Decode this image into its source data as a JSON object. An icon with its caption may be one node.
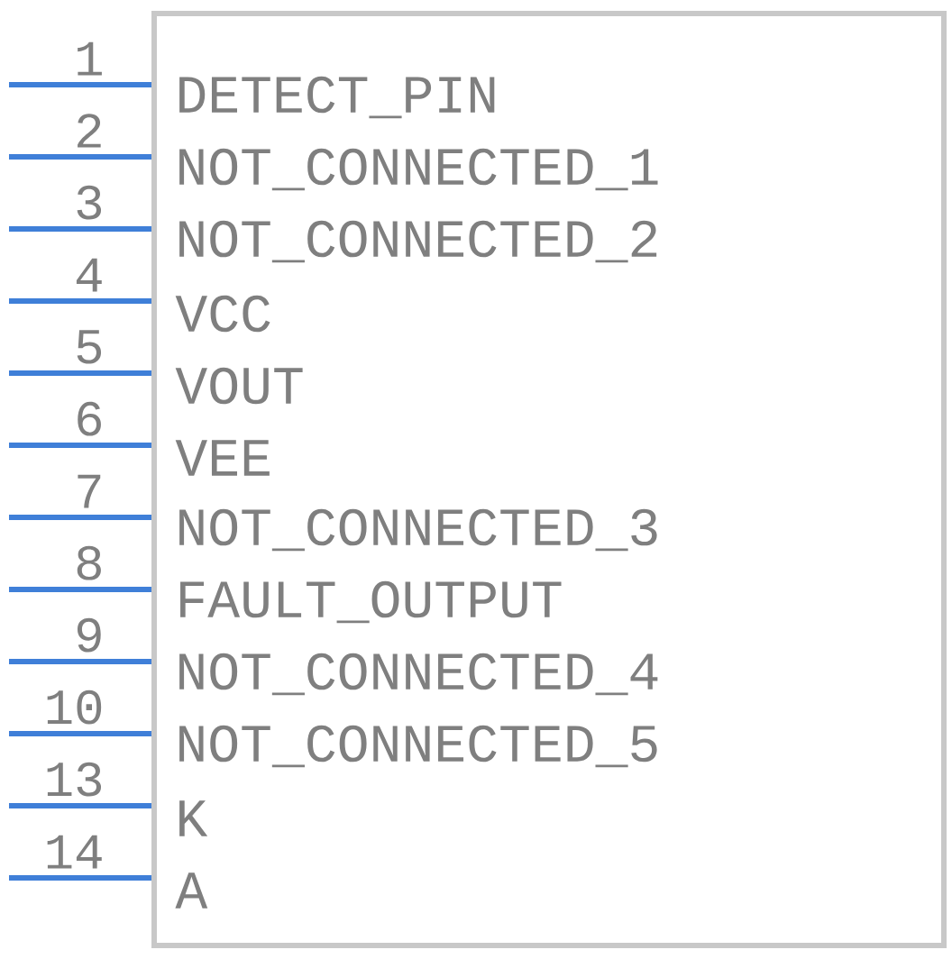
{
  "diagram": {
    "nodes": [
      {
        "text": [
          "DETECT_PIN",
          "NOT_CONNECTED_1",
          "NOT_CONNECTED_2",
          "VCC",
          "VOUT",
          "VEE",
          "NOT_CONNECTED_3",
          "FAULT_OUTPUT",
          "NOT_CONNECTED_4",
          "NOT_CONNECTED_5",
          "K",
          "A"
        ]
      }
    ],
    "labels": [
      "1",
      "2",
      "3",
      "4",
      "5",
      "6",
      "7",
      "8",
      "9",
      "10",
      "13",
      "14"
    ]
  }
}
